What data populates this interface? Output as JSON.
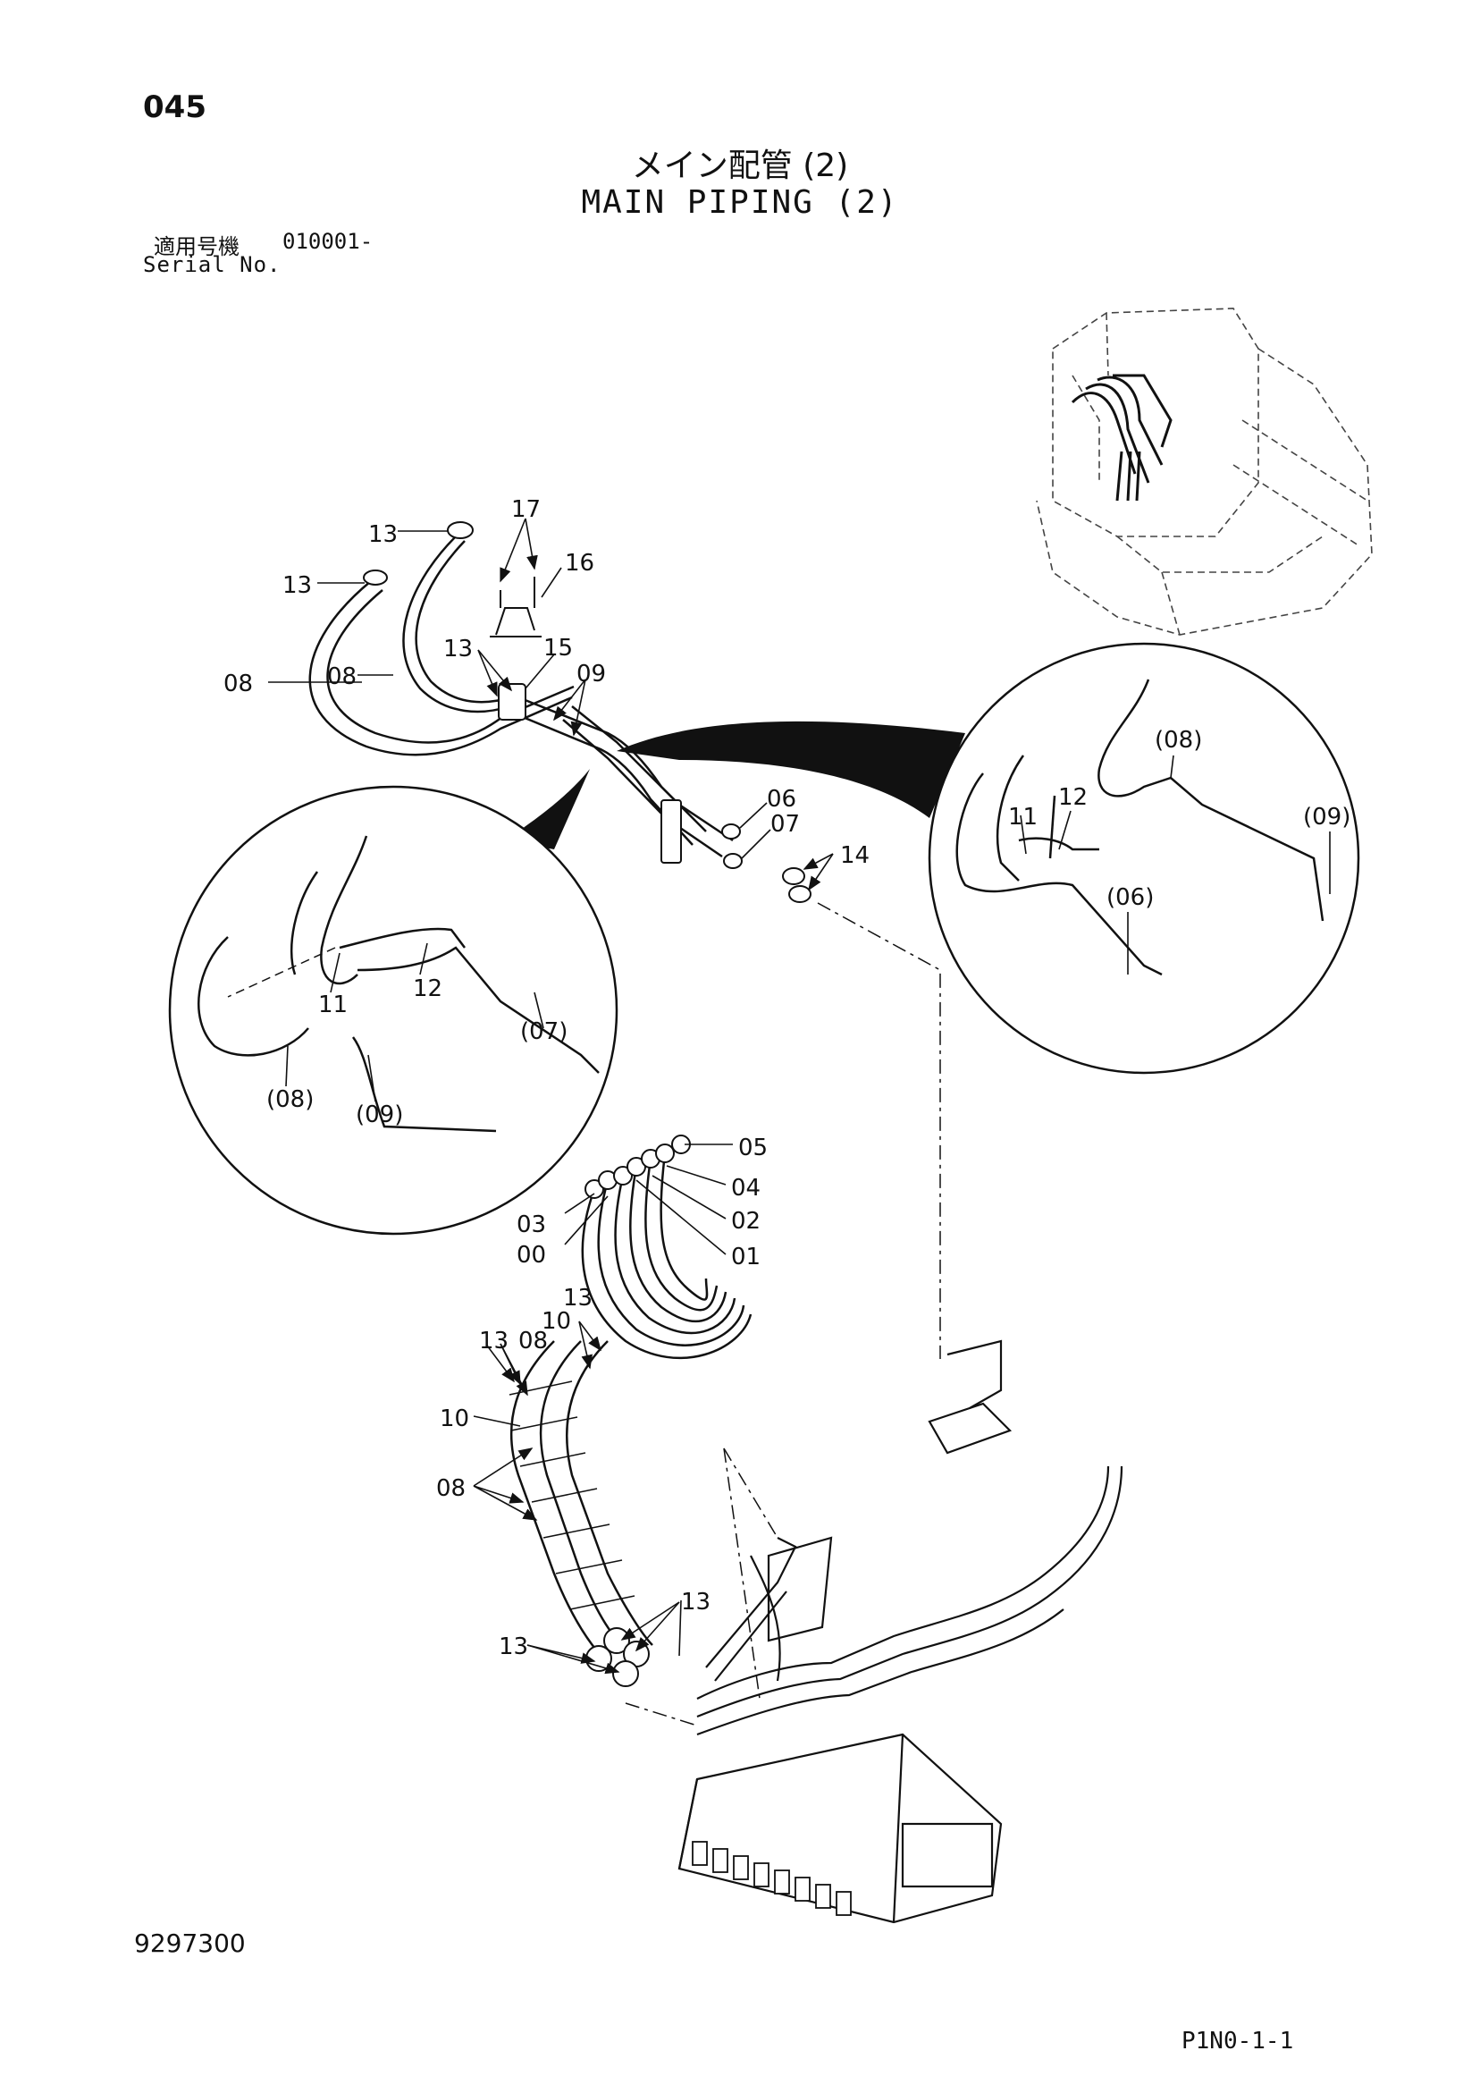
{
  "header": {
    "page_number": "045",
    "title_jp": "メイン配管 (2)",
    "title_en": "MAIN PIPING (2)",
    "serial_label_jp": "適用号機",
    "serial_value": "010001-",
    "serial_label_en": "Serial No."
  },
  "callouts": {
    "c01": "01",
    "c02": "02",
    "c03": "03",
    "c00": "00",
    "c04": "04",
    "c05": "05",
    "c06": "06",
    "c07": "07",
    "c08a": "08",
    "c08b": "08",
    "c08c": "08",
    "c08d": "08",
    "c09": "09",
    "c10a": "10",
    "c10b": "10",
    "c11a": "11",
    "c11b": "11",
    "c12a": "12",
    "c12b": "12",
    "c13a": "13",
    "c13b": "13",
    "c13c": "13",
    "c13d": "13",
    "c13e": "13",
    "c13f": "13",
    "c13g": "13",
    "c14": "14",
    "c15": "15",
    "c16": "16",
    "c17": "17",
    "d06": "(06)",
    "d07": "(07)",
    "d08a": "(08)",
    "d08b": "(08)",
    "d09a": "(09)",
    "d09b": "(09)"
  },
  "footer": {
    "drawing_number": "9297300",
    "page_code": "P1N0-1-1"
  }
}
